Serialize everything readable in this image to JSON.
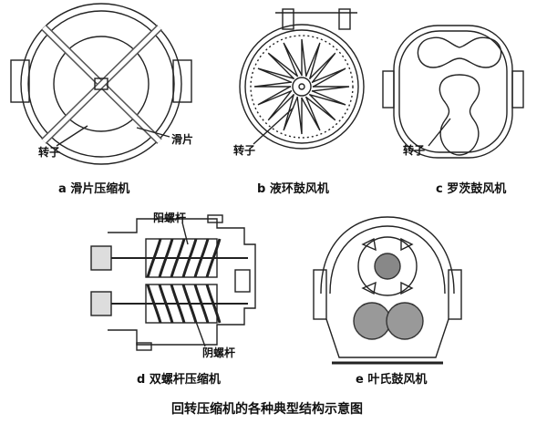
{
  "title": "回转压缩机的各种典型结构示意图",
  "panels": {
    "a": {
      "caption": "a 滑片压缩机",
      "labels": {
        "rotor": "转子",
        "vane": "滑片"
      }
    },
    "b": {
      "caption": "b 液环鼓风机",
      "labels": {
        "rotor": "转子"
      }
    },
    "c": {
      "caption": "c 罗茨鼓风机",
      "labels": {
        "rotor": "转子"
      }
    },
    "d": {
      "caption": "d 双螺杆压缩机",
      "labels": {
        "male_screw": "阳螺杆",
        "female_screw": "阴螺杆"
      }
    },
    "e": {
      "caption": "e 叶氏鼓风机"
    }
  },
  "colors": {
    "line": "#222222",
    "fill": "#ffffff"
  }
}
